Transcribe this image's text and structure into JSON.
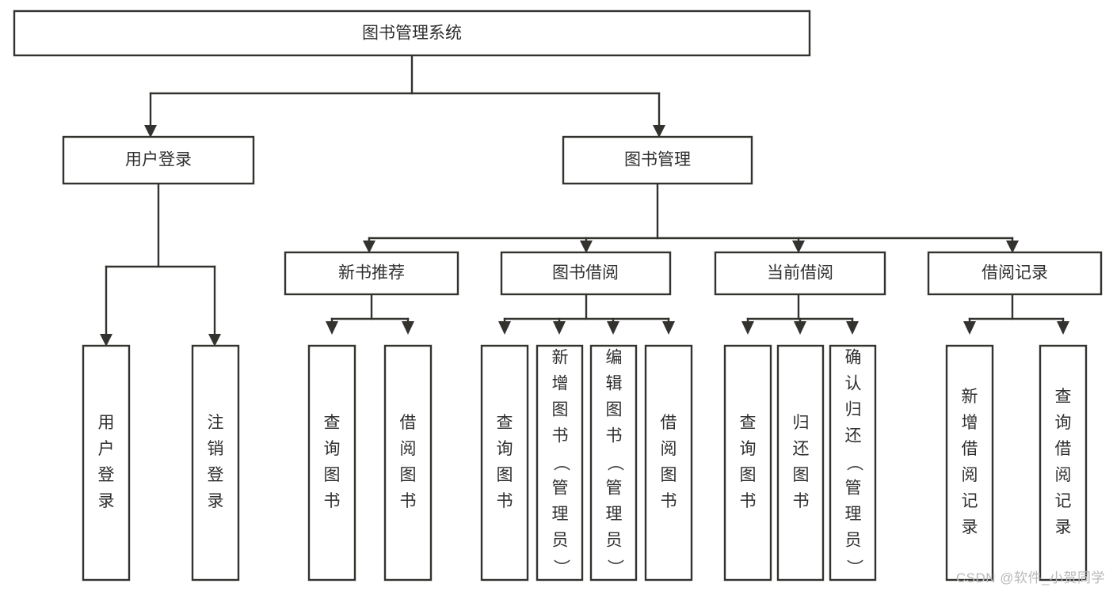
{
  "diagram": {
    "title": "图书管理系统",
    "type": "tree-hierarchy-diagram",
    "watermark": "CSDN @软件_小贺同学",
    "colors": {
      "stroke": "#33322f",
      "box_fill": "#ffffff",
      "text": "#2f2f2f",
      "background": "#ffffff",
      "watermark": "#b9b9b9"
    },
    "root": {
      "id": "root",
      "label": "图书管理系统",
      "level": 0,
      "orientation": "horizontal"
    },
    "level1": [
      {
        "id": "user-login",
        "label": "用户登录",
        "level": 1,
        "orientation": "horizontal",
        "parent": "root"
      },
      {
        "id": "book-manage",
        "label": "图书管理",
        "level": 1,
        "orientation": "horizontal",
        "parent": "root"
      }
    ],
    "level2": [
      {
        "id": "new-book-recommend",
        "label": "新书推荐",
        "level": 2,
        "orientation": "horizontal",
        "parent": "book-manage"
      },
      {
        "id": "book-borrow",
        "label": "图书借阅",
        "level": 2,
        "orientation": "horizontal",
        "parent": "book-manage"
      },
      {
        "id": "current-borrow",
        "label": "当前借阅",
        "level": 2,
        "orientation": "horizontal",
        "parent": "book-manage"
      },
      {
        "id": "borrow-record",
        "label": "借阅记录",
        "level": 2,
        "orientation": "horizontal",
        "parent": "book-manage"
      }
    ],
    "leaves": [
      {
        "id": "leaf-user-login",
        "label": "用户登录",
        "orientation": "vertical",
        "parent": "user-login"
      },
      {
        "id": "leaf-logout-login",
        "label": "注销登录",
        "orientation": "vertical",
        "parent": "user-login"
      },
      {
        "id": "leaf-query-book-1",
        "label": "查询图书",
        "orientation": "vertical",
        "parent": "new-book-recommend"
      },
      {
        "id": "leaf-borrow-book-1",
        "label": "借阅图书",
        "orientation": "vertical",
        "parent": "new-book-recommend"
      },
      {
        "id": "leaf-query-book-2",
        "label": "查询图书",
        "orientation": "vertical",
        "parent": "book-borrow"
      },
      {
        "id": "leaf-add-book",
        "label": "新增图书（管理员）",
        "orientation": "vertical",
        "parent": "book-borrow"
      },
      {
        "id": "leaf-edit-book",
        "label": "编辑图书（管理员）",
        "orientation": "vertical",
        "parent": "book-borrow"
      },
      {
        "id": "leaf-borrow-book-2",
        "label": "借阅图书",
        "orientation": "vertical",
        "parent": "book-borrow"
      },
      {
        "id": "leaf-query-book-3",
        "label": "查询图书",
        "orientation": "vertical",
        "parent": "current-borrow"
      },
      {
        "id": "leaf-return-book",
        "label": "归还图书",
        "orientation": "vertical",
        "parent": "current-borrow"
      },
      {
        "id": "leaf-confirm-return",
        "label": "确认归还（管理员）",
        "orientation": "vertical",
        "parent": "current-borrow"
      },
      {
        "id": "leaf-add-record",
        "label": "新增借阅记录",
        "orientation": "vertical",
        "parent": "borrow-record"
      },
      {
        "id": "leaf-query-record",
        "label": "查询借阅记录",
        "orientation": "vertical",
        "parent": "borrow-record"
      }
    ]
  }
}
